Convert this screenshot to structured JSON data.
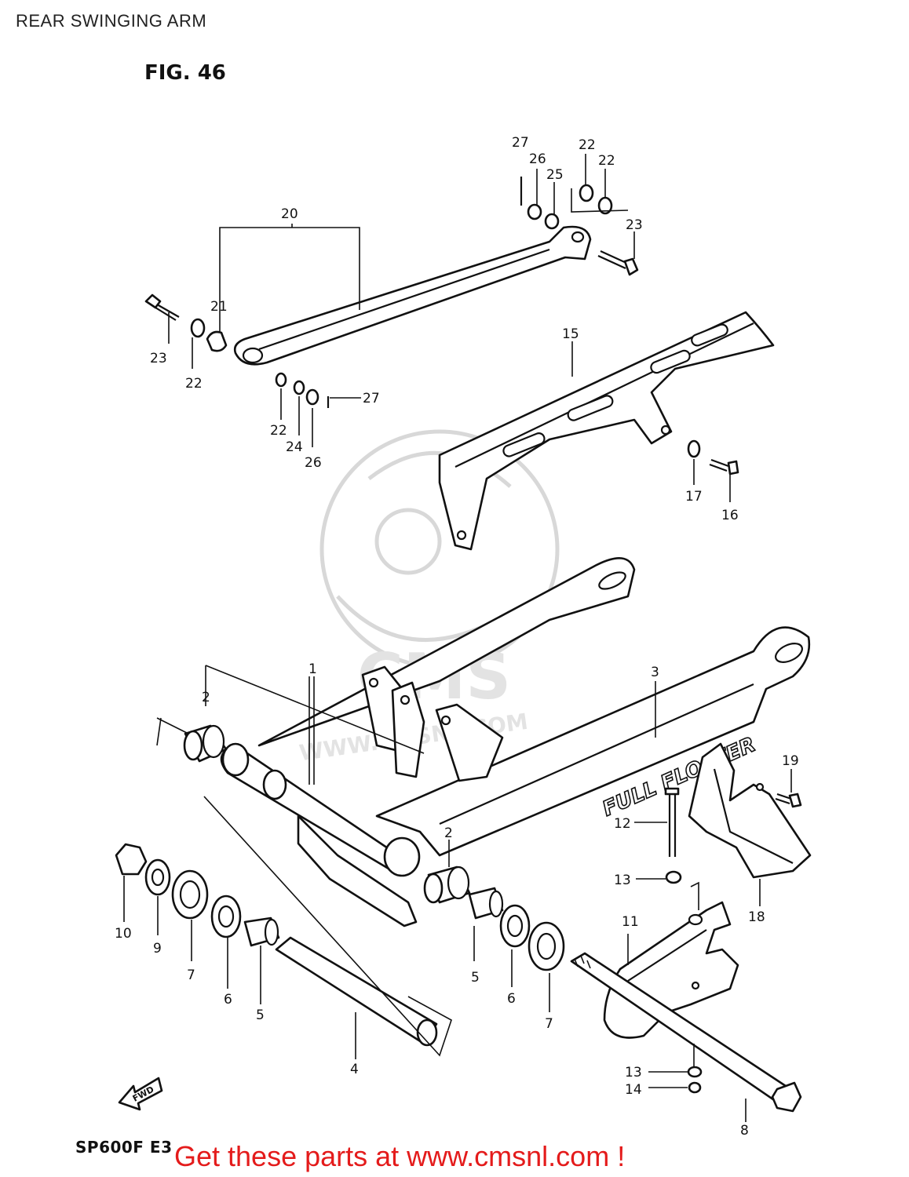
{
  "title": "REAR SWINGING ARM",
  "figure": "FIG. 46",
  "model": "SP600F  E3",
  "cta": "Get these parts at www.cmsnl.com !",
  "decal_text": "FULL FLOATER",
  "fwd_label": "FWD",
  "watermark_text": "CMS",
  "watermark_url": "WWW.CMSNL.COM",
  "callouts": {
    "c1": "1",
    "c2a": "2",
    "c2b": "2",
    "c3": "3",
    "c4": "4",
    "c5a": "5",
    "c5b": "5",
    "c6a": "6",
    "c6b": "6",
    "c7a": "7",
    "c7b": "7",
    "c8": "8",
    "c9": "9",
    "c10": "10",
    "c11": "11",
    "c12": "12",
    "c13a": "13",
    "c13b": "13",
    "c14": "14",
    "c15": "15",
    "c16": "16",
    "c17": "17",
    "c18": "18",
    "c19": "19",
    "c20": "20",
    "c21": "21",
    "c22a": "22",
    "c22b": "22",
    "c22c": "22",
    "c22d": "22",
    "c23a": "23",
    "c23b": "23",
    "c24": "24",
    "c25": "25",
    "c26a": "26",
    "c26b": "26",
    "c27a": "27",
    "c27b": "27"
  }
}
